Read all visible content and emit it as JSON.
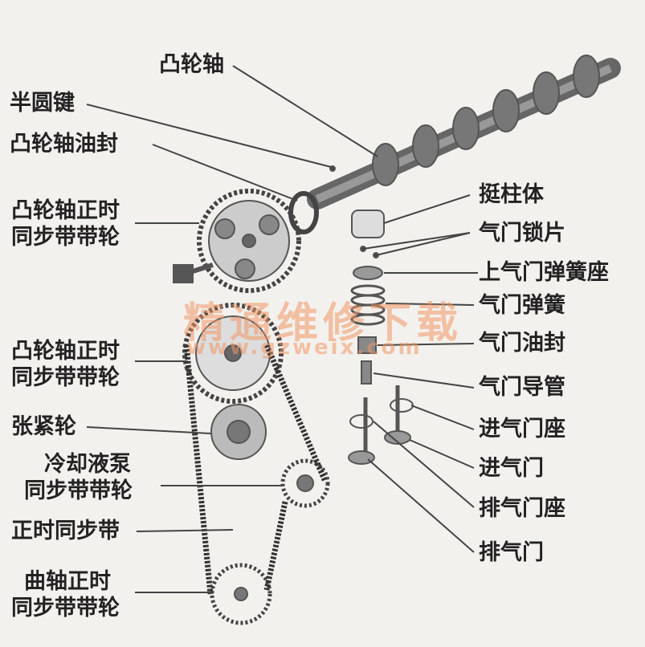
{
  "labels": {
    "camshaft": "凸轮轴",
    "woodruff_key": "半圆键",
    "camshaft_oil_seal": "凸轮轴油封",
    "cam_pulley_1_line1": "凸轮轴正时",
    "cam_pulley_1_line2": "同步带带轮",
    "cam_pulley_2_line1": "凸轮轴正时",
    "cam_pulley_2_line2": "同步带带轮",
    "tensioner": "张紧轮",
    "coolant_pump_line1": "冷却液泵",
    "coolant_pump_line2": "同步带带轮",
    "timing_belt": "正时同步带",
    "crank_pulley_line1": "曲轴正时",
    "crank_pulley_line2": "同步带带轮",
    "tappet": "挺柱体",
    "valve_collet": "气门锁片",
    "upper_spring_seat": "上气门弹簧座",
    "valve_spring": "气门弹簧",
    "valve_oil_seal": "气门油封",
    "valve_guide": "气门导管",
    "intake_valve_seat": "进气门座",
    "intake_valve": "进气门",
    "exhaust_valve_seat": "排气门座",
    "exhaust_valve": "排气门"
  },
  "watermark": {
    "title": "精通维修下载",
    "url": "www.gzweix.com"
  }
}
